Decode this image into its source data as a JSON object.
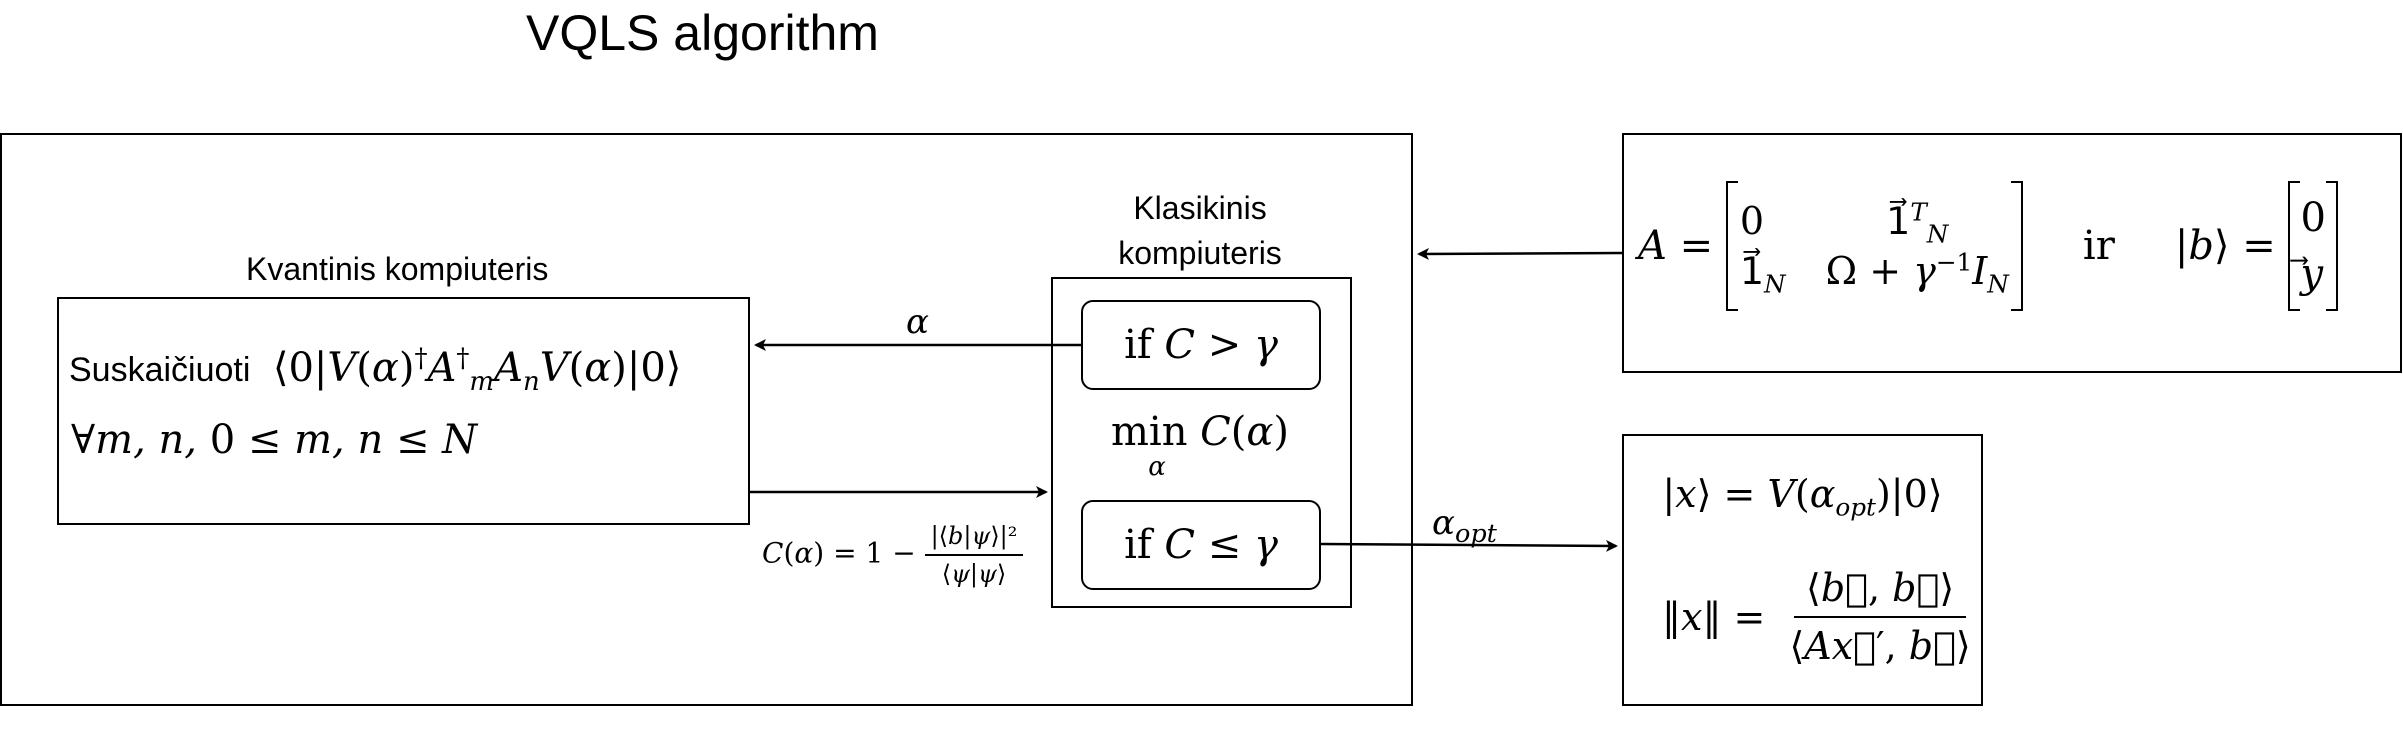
{
  "title": "VQLS algorithm",
  "quantum": {
    "label": "Kvantinis kompiuteris",
    "compute_prefix": "Suskaičiuoti",
    "expression": "⟨0|V(α)†A†mAnV(α)|0⟩",
    "condition": "∀m, n, 0 ≤ m, n ≤ N"
  },
  "classical": {
    "label_line1": "Klasikinis",
    "label_line2": "kompiuteris",
    "if_greater": "if C > γ",
    "minimize": "min C(α)",
    "min_sub": "α",
    "if_leq": "if C ≤ γ"
  },
  "arrows": {
    "alpha": "α",
    "alpha_opt": "αopt",
    "cost_function": "C(α) = 1 − |⟨b|ψ⟩|² / ⟨ψ|ψ⟩"
  },
  "input": {
    "matrix_A": [
      "0",
      "1⃗ᵀN",
      "1⃗N",
      "Ω + γ⁻¹IN"
    ],
    "connector": "ir",
    "vector_b": [
      "0",
      "y⃗"
    ]
  },
  "output": {
    "state": "|x⟩ = V(αopt)|0⟩",
    "norm": "‖x‖ = ⟨b⃗, b⃗⟩ / ⟨Ax⃗′, b⃗⟩"
  }
}
